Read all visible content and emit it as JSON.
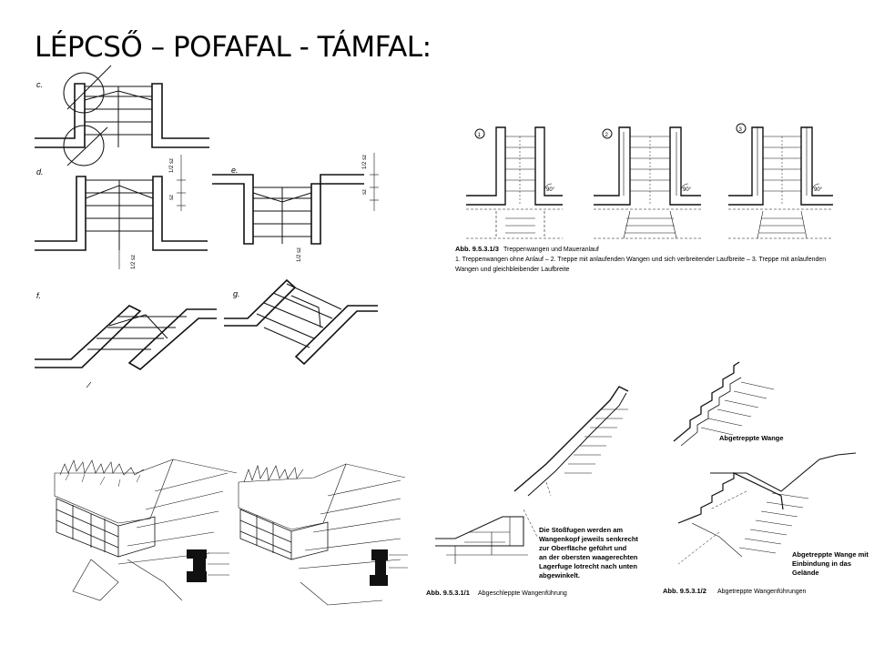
{
  "title": "LÉPCSŐ – POFAFAL - TÁMFAL:",
  "plan_labels": {
    "c": "c.",
    "d": "d.",
    "e": "e.",
    "f": "f.",
    "g": "g."
  },
  "dim_labels": {
    "half_sz": "1/2 sz",
    "sz": "sz"
  },
  "fig_9531_3": {
    "markers": [
      "1",
      "2",
      "3"
    ],
    "angle": "90°",
    "caption_id": "Abb. 9.5.3.1/3",
    "caption_title": "Treppenwangen und Maueranlauf",
    "caption_line1": "1. Treppenwangen ohne Anlauf – 2. Treppe mit anlaufenden Wangen und sich verbreitender Laufbreite – 3. Treppe mit anlaufenden",
    "caption_line2": "Wangen und gleichbleibender Laufbreite"
  },
  "fig_9531_1": {
    "note_lines": [
      "Die Stoßfugen werden am",
      "Wangenkopf jeweils senkrecht",
      "zur Oberfläche geführt und",
      "an der obersten waagerechten",
      "Lagerfuge lotrecht nach unten",
      "abgewinkelt."
    ],
    "caption_id": "Abb. 9.5.3.1/1",
    "caption_title": "Abgeschleppte Wangenführung"
  },
  "fig_9531_2": {
    "label_top": "Abgetreppte Wange",
    "label_bottom_lines": [
      "Abgetreppte Wange mit",
      "Einbindung in das",
      "Gelände"
    ],
    "caption_id": "Abb. 9.5.3.1/2",
    "caption_title": "Abgetreppte Wangenführungen"
  }
}
